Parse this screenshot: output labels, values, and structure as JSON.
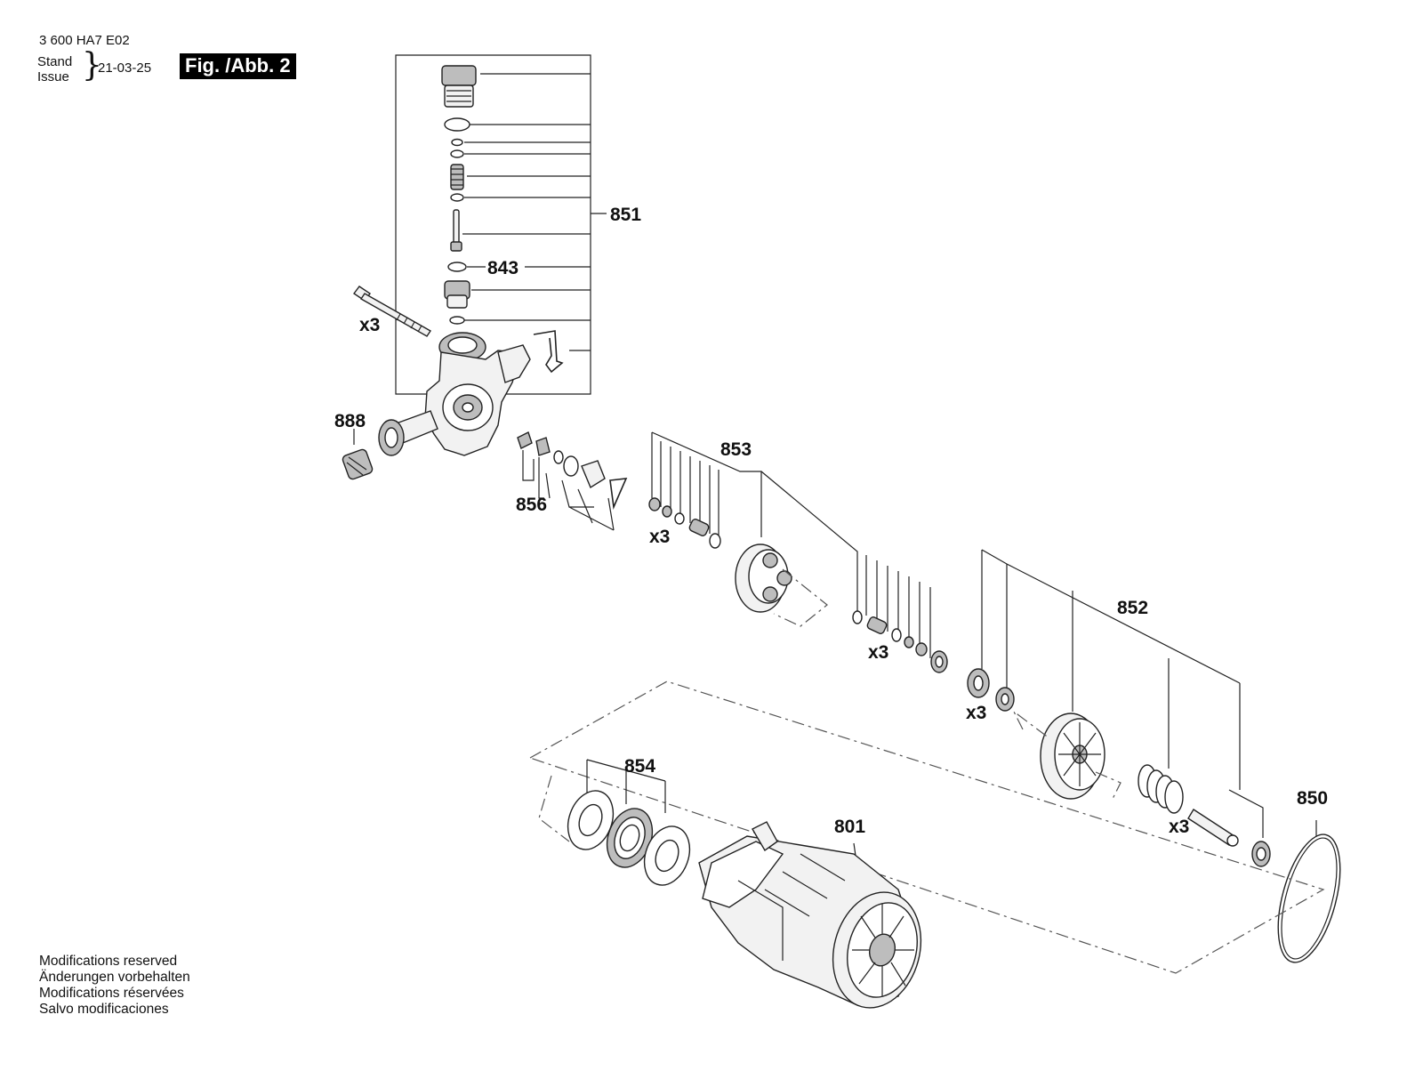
{
  "header": {
    "doc_number": "3 600 HA7 E02",
    "stand_label": "Stand",
    "issue_label": "Issue",
    "date": "21-03-25",
    "figure_badge": "Fig. /Abb. 2"
  },
  "callouts": {
    "c851": "851",
    "c843": "843",
    "c888": "888",
    "c853": "853",
    "c856": "856",
    "c852": "852",
    "c854": "854",
    "c801": "801",
    "c850": "850",
    "qty_bolt": "x3",
    "qty_853": "x3",
    "qty_853b": "x3",
    "qty_852a": "x3",
    "qty_852b": "x3"
  },
  "notes": [
    "Modifications reserved",
    "Änderungen vorbehalten",
    "Modifications réservées",
    "Salvo modificaciones"
  ]
}
